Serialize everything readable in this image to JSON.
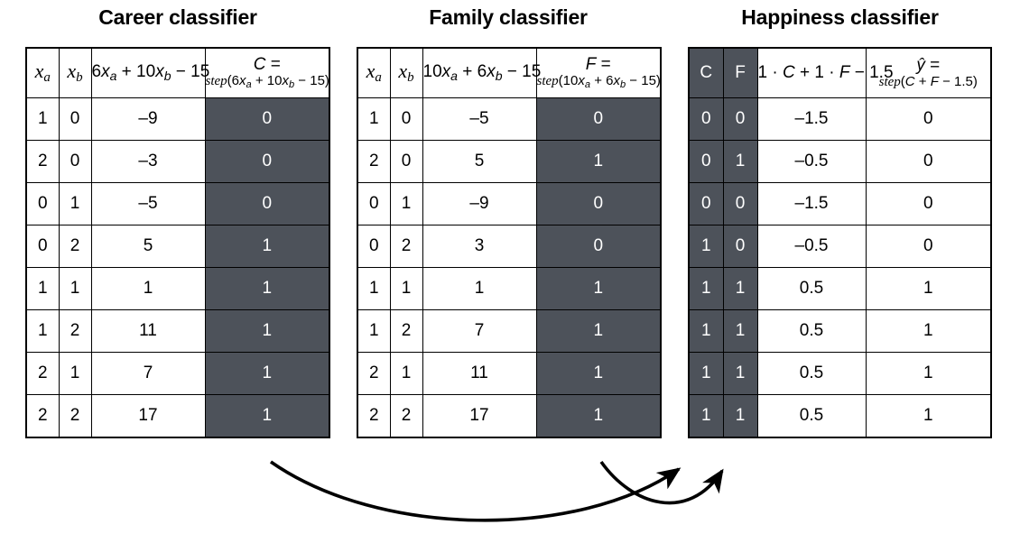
{
  "titles": {
    "career": "Career classifier",
    "family": "Family classifier",
    "happiness": "Happiness classifier"
  },
  "career_table": {
    "headers": {
      "col1": "x_a",
      "col2": "x_b",
      "col3": "6x_a + 10x_b - 15",
      "col4_line1": "C =",
      "col4_line2": "step(6x_a + 10x_b - 15)"
    },
    "rows": [
      {
        "xa": "1",
        "xb": "0",
        "expr": "-9",
        "out": "0"
      },
      {
        "xa": "2",
        "xb": "0",
        "expr": "-3",
        "out": "0"
      },
      {
        "xa": "0",
        "xb": "1",
        "expr": "-5",
        "out": "0"
      },
      {
        "xa": "0",
        "xb": "2",
        "expr": "5",
        "out": "1"
      },
      {
        "xa": "1",
        "xb": "1",
        "expr": "1",
        "out": "1"
      },
      {
        "xa": "1",
        "xb": "2",
        "expr": "11",
        "out": "1"
      },
      {
        "xa": "2",
        "xb": "1",
        "expr": "7",
        "out": "1"
      },
      {
        "xa": "2",
        "xb": "2",
        "expr": "17",
        "out": "1"
      }
    ]
  },
  "family_table": {
    "headers": {
      "col1": "x_a",
      "col2": "x_b",
      "col3": "10x_a + 6x_b - 15",
      "col4_line1": "F =",
      "col4_line2": "step(10x_a + 6x_b - 15)"
    },
    "rows": [
      {
        "xa": "1",
        "xb": "0",
        "expr": "-5",
        "out": "0"
      },
      {
        "xa": "2",
        "xb": "0",
        "expr": "5",
        "out": "1"
      },
      {
        "xa": "0",
        "xb": "1",
        "expr": "-9",
        "out": "0"
      },
      {
        "xa": "0",
        "xb": "2",
        "expr": "3",
        "out": "0"
      },
      {
        "xa": "1",
        "xb": "1",
        "expr": "1",
        "out": "1"
      },
      {
        "xa": "1",
        "xb": "2",
        "expr": "7",
        "out": "1"
      },
      {
        "xa": "2",
        "xb": "1",
        "expr": "11",
        "out": "1"
      },
      {
        "xa": "2",
        "xb": "2",
        "expr": "17",
        "out": "1"
      }
    ]
  },
  "happiness_table": {
    "headers": {
      "col1": "C",
      "col2": "F",
      "col3": "1 · C + 1 · F - 1.5",
      "col4_line1": "ŷ =",
      "col4_line2": "step(C + F - 1.5)"
    },
    "rows": [
      {
        "c": "0",
        "f": "0",
        "expr": "-1.5",
        "out": "0"
      },
      {
        "c": "0",
        "f": "1",
        "expr": "-0.5",
        "out": "0"
      },
      {
        "c": "0",
        "f": "0",
        "expr": "-1.5",
        "out": "0"
      },
      {
        "c": "1",
        "f": "0",
        "expr": "-0.5",
        "out": "0"
      },
      {
        "c": "1",
        "f": "1",
        "expr": "0.5",
        "out": "1"
      },
      {
        "c": "1",
        "f": "1",
        "expr": "0.5",
        "out": "1"
      },
      {
        "c": "1",
        "f": "1",
        "expr": "0.5",
        "out": "1"
      },
      {
        "c": "1",
        "f": "1",
        "expr": "0.5",
        "out": "1"
      }
    ]
  },
  "arrows": [
    {
      "name": "career-output-to-happiness-c",
      "from": "career C column",
      "to": "happiness C column"
    },
    {
      "name": "family-output-to-happiness-f",
      "from": "family F column",
      "to": "happiness F column"
    }
  ],
  "colors": {
    "highlight": "#4d525a",
    "highlight_text": "#ffffff",
    "border": "#000000",
    "background": "#ffffff"
  }
}
